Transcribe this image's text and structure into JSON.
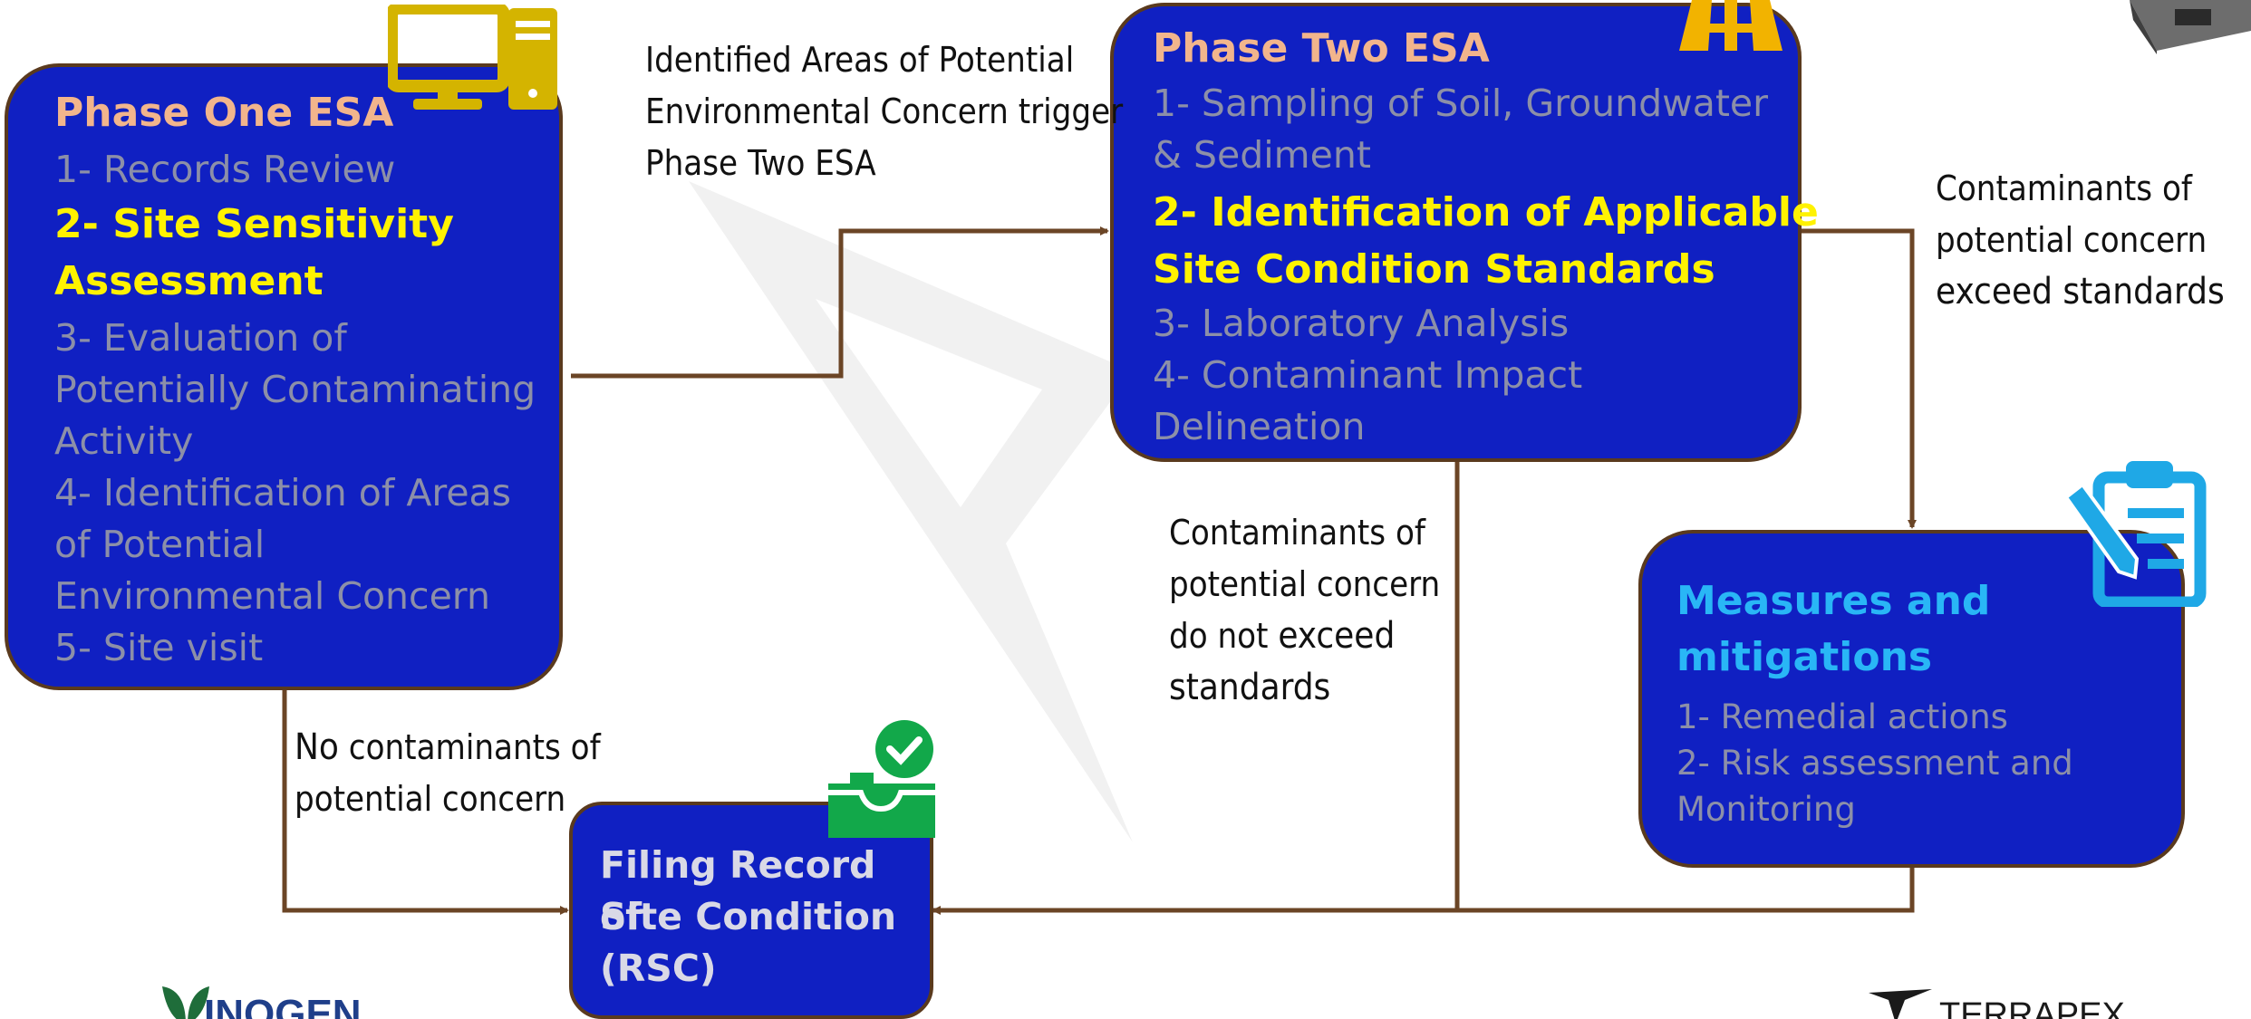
{
  "phase_one": {
    "title": "Phase One ESA",
    "items": [
      "1- Records Review",
      "2- Site Sensitivity",
      "Assessment",
      "3- Evaluation of",
      "Potentially Contaminating",
      "Activity",
      "4- Identification of Areas",
      "of Potential",
      "Environmental Concern",
      "5- Site visit"
    ]
  },
  "phase_two": {
    "title": "Phase Two ESA",
    "items": [
      "1- Sampling of Soil,  Groundwater",
      "& Sediment",
      "2- Identification of Applicable",
      "Site Condition Standards",
      "3- Laboratory Analysis",
      "4- Contaminant Impact",
      "Delineation"
    ]
  },
  "measures": {
    "title_lines": [
      "Measures and",
      "mitigations"
    ],
    "items": [
      "1- Remedial actions",
      "2- Risk assessment  and",
      "Monitoring"
    ]
  },
  "rsc": {
    "title_lines": [
      "Filing Record of",
      "Site Condition",
      "(RSC)"
    ]
  },
  "notes": {
    "trigger": [
      "Identified Areas of Potential",
      "Environmental Concern trigger",
      "Phase Two ESA"
    ],
    "exceed": [
      "Contaminants of",
      "potential concern",
      "exceed standards"
    ],
    "not_exceed": [
      "Contaminants of",
      "potential concern",
      "do not",
      "exceed",
      "standards"
    ],
    "no_contaminants": [
      "No",
      "contaminants of",
      "potential concern"
    ]
  },
  "logos": {
    "left": "INOGEN",
    "right": "TERRAPEX"
  },
  "colors": {
    "box_fill": "#1020c2",
    "box_border": "#5a3a1e",
    "title_phase": "#f2b58c",
    "title_measures": "#29b6f6",
    "highlight": "#fff200",
    "muted_text": "#8c8fa8",
    "arrow": "#6b4526",
    "computer_icon": "#d4b400",
    "clipboard_icon": "#1fa8e6",
    "inbox_icon": "#12a84a"
  },
  "icons": [
    "computer-icon",
    "tower-icon",
    "clipboard-pencil-icon",
    "inbox-check-icon",
    "device-photo-icon"
  ]
}
